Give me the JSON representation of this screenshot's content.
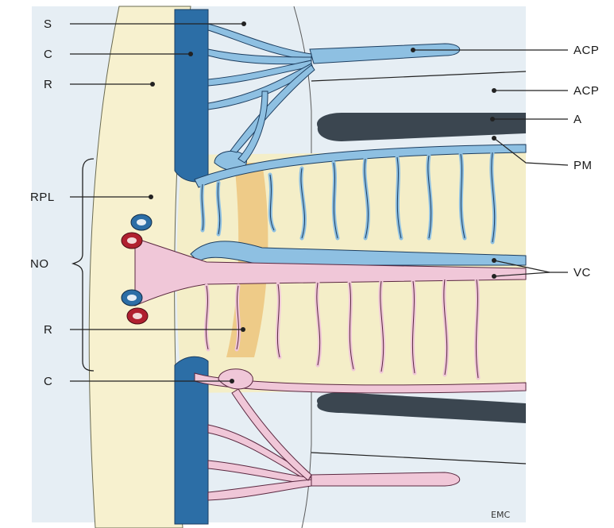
{
  "labels": {
    "s": "S",
    "c_top": "C",
    "r_top": "R",
    "rpl": "RPL",
    "no": "NO",
    "r_bottom": "R",
    "c_bottom": "C",
    "acp_1": "ACP",
    "acp_2": "ACP",
    "a": "A",
    "pm": "PM",
    "vc": "VC"
  },
  "watermark": "EMC",
  "colors": {
    "background": "#ffffff",
    "sky": "#e6eef4",
    "cream": "#f7f1cf",
    "vein_blue": "#8ec0e2",
    "vein_blue_dark": "#2c6ea6",
    "vessel_pink": "#f0c7d8",
    "artery_red": "#b02030",
    "dark_band": "#3b4650",
    "orange_band": "#e9b45e"
  }
}
